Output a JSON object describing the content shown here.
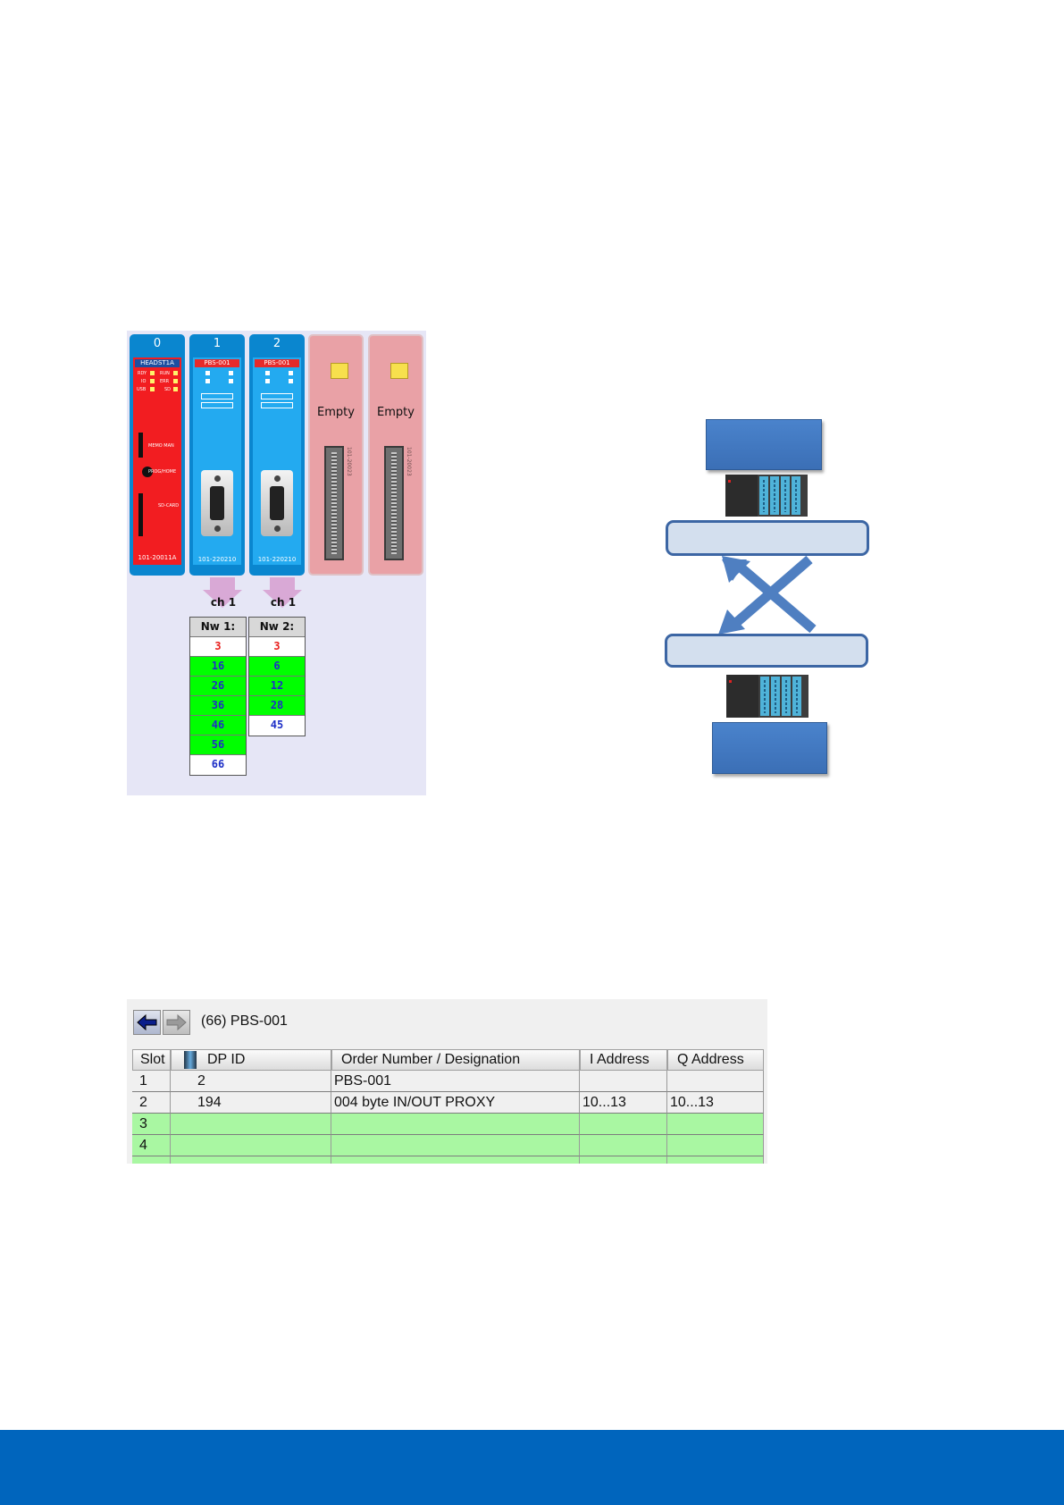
{
  "rack": {
    "modules": [
      {
        "slot": "0",
        "name": "HEADST1A",
        "part_no": "101-20011A",
        "type": "head"
      },
      {
        "slot": "1",
        "name": "PBS-001",
        "part_no": "101-220210",
        "type": "profibus"
      },
      {
        "slot": "2",
        "name": "PBS-001",
        "part_no": "101-220210",
        "type": "profibus"
      },
      {
        "slot": "",
        "name": "Empty",
        "part_no": "101-20023",
        "type": "empty"
      },
      {
        "slot": "",
        "name": "Empty",
        "part_no": "101-20023",
        "type": "empty"
      }
    ],
    "head_labels": {
      "led_rdy": "RDY",
      "led_run": "RUN",
      "led_io": "IO",
      "led_err": "ERR",
      "led_usb": "USB",
      "led_sd": "SD",
      "slot_memo": "MEMO MAN",
      "slot_prog": "PROG/HOME",
      "slot_sd": "SD-CARD"
    },
    "channels": [
      {
        "channel_label": "ch 1",
        "network_label": "Nw 1:",
        "stations": [
          {
            "value": "3",
            "color": "#e8201e",
            "bg": "#ffffff"
          },
          {
            "value": "16",
            "color": "#1e2fc7",
            "bg": "#00ff00"
          },
          {
            "value": "26",
            "color": "#1e2fc7",
            "bg": "#00ff00"
          },
          {
            "value": "36",
            "color": "#1e2fc7",
            "bg": "#00ff00"
          },
          {
            "value": "46",
            "color": "#1e2fc7",
            "bg": "#00ff00"
          },
          {
            "value": "56",
            "color": "#1e2fc7",
            "bg": "#00ff00"
          },
          {
            "value": "66",
            "color": "#1e2fc7",
            "bg": "#ffffff"
          }
        ]
      },
      {
        "channel_label": "ch 1",
        "network_label": "Nw 2:",
        "stations": [
          {
            "value": "3",
            "color": "#e8201e",
            "bg": "#ffffff"
          },
          {
            "value": "6",
            "color": "#1e2fc7",
            "bg": "#00ff00"
          },
          {
            "value": "12",
            "color": "#1e2fc7",
            "bg": "#00ff00"
          },
          {
            "value": "28",
            "color": "#1e2fc7",
            "bg": "#00ff00"
          },
          {
            "value": "45",
            "color": "#1e2fc7",
            "bg": "#ffffff"
          }
        ]
      }
    ]
  },
  "config": {
    "title": "(66)   PBS-001",
    "back_icon": "arrow-left-icon",
    "forward_icon": "arrow-right-icon",
    "columns": [
      "Slot",
      "DP ID",
      "Order Number / Designation",
      "I Address",
      "Q Address"
    ],
    "rows": [
      {
        "slot": "1",
        "dp_id": "2",
        "designation": "PBS-001",
        "i_addr": "",
        "q_addr": ""
      },
      {
        "slot": "2",
        "dp_id": "194",
        "designation": "004 byte IN/OUT PROXY",
        "i_addr": "10...13",
        "q_addr": "10...13"
      },
      {
        "slot": "3",
        "dp_id": "",
        "designation": "",
        "i_addr": "",
        "q_addr": ""
      },
      {
        "slot": "4",
        "dp_id": "",
        "designation": "",
        "i_addr": "",
        "q_addr": ""
      },
      {
        "slot": "",
        "dp_id": "",
        "designation": "",
        "i_addr": "",
        "q_addr": ""
      }
    ]
  },
  "colors": {
    "footer": "#0065bd",
    "rack_bg": "#e6e6f6",
    "row_green": "#a9f7a2"
  }
}
